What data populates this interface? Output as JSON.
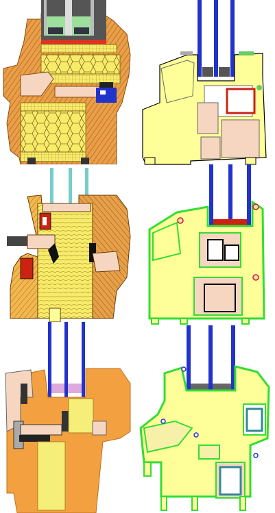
{
  "colors": {
    "wood_orange": "#e8a048",
    "wood_light": "#f2c46a",
    "insulation_yellow": "#f5ef7a",
    "pvc_yellow": "#ffff9a",
    "outline_green": "#33dd33",
    "glass_blue": "#2233cc",
    "seal_red": "#cc2211",
    "skin": "#f6d6c0",
    "gray": "#9a9a9a",
    "black": "#000000",
    "teal": "#338899"
  },
  "sections": [
    {
      "id": "wood-insulated-frame",
      "kind": "wood profile with insulation core"
    },
    {
      "id": "pvc-frame-yellow",
      "kind": "pvc multi-chamber profile"
    },
    {
      "id": "wood-laminated-frame",
      "kind": "laminated wood profile"
    },
    {
      "id": "pvc-frame-green-outline",
      "kind": "pvc profile with reinforcement"
    },
    {
      "id": "wood-orange-frame",
      "kind": "solid wood profile"
    },
    {
      "id": "pvc-frame-double-reinforced",
      "kind": "pvc profile double reinforcement"
    }
  ]
}
